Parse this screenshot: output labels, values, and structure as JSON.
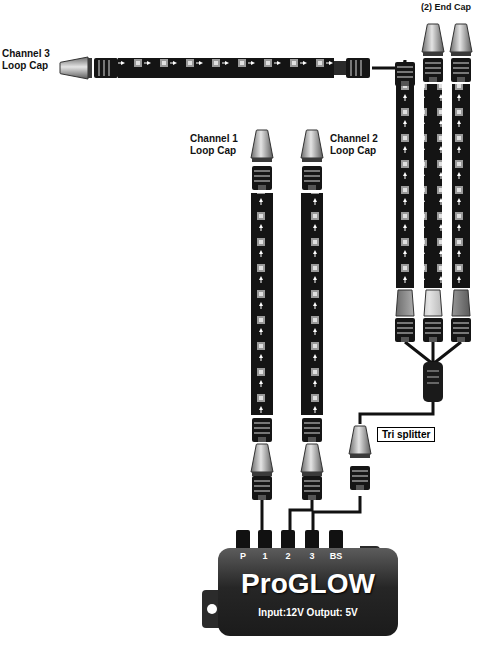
{
  "diagram": {
    "nodes": [
      {
        "text": [
          "Tri splitter"
        ]
      },
      {
        "text": [
          "ProGLOW",
          "Input:12V Output: 5V"
        ]
      }
    ],
    "labels": [
      "(2) End Cap",
      "Channel 3 Loop Cap",
      "Channel 1 Loop Cap",
      "Channel 2 Loop Cap",
      "P",
      "1",
      "2",
      "3",
      "BS"
    ]
  }
}
